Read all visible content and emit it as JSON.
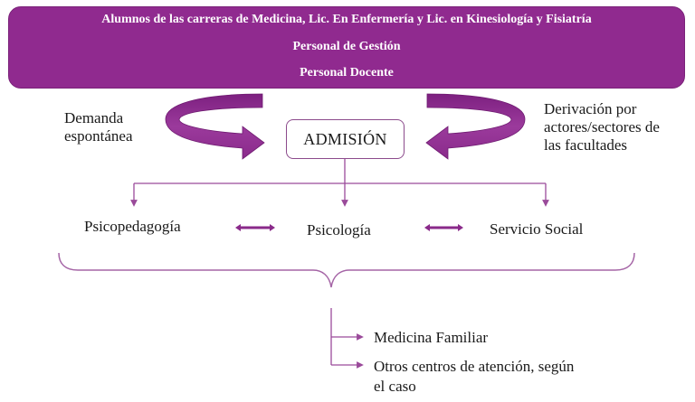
{
  "top_box": {
    "line1": "Alumnos de las carreras de Medicina, Lic. En Enfermería y Lic. en Kinesiología y Fisiatría",
    "line2": "Personal de Gestión",
    "line3": "Personal Docente"
  },
  "inputs": {
    "left_label_line1": "Demanda",
    "left_label_line2": "espontánea",
    "right_label_line1": "Derivación por",
    "right_label_line2": "actores/sectores de",
    "right_label_line3": "las facultades"
  },
  "admission": {
    "label": "ADMISIÓN"
  },
  "services": [
    {
      "label": "Psicopedagogía"
    },
    {
      "label": "Psicología"
    },
    {
      "label": "Servicio Social"
    }
  ],
  "referrals": [
    {
      "label": "Medicina Familiar"
    },
    {
      "label_line1": "Otros centros de atención, según",
      "label_line2": "el caso"
    }
  ],
  "colors": {
    "primary_purple": "#902a8f",
    "arrow_purple": "#8a2a8a",
    "line_purple": "#9a4a9a",
    "brace_purple": "#a565a6"
  }
}
